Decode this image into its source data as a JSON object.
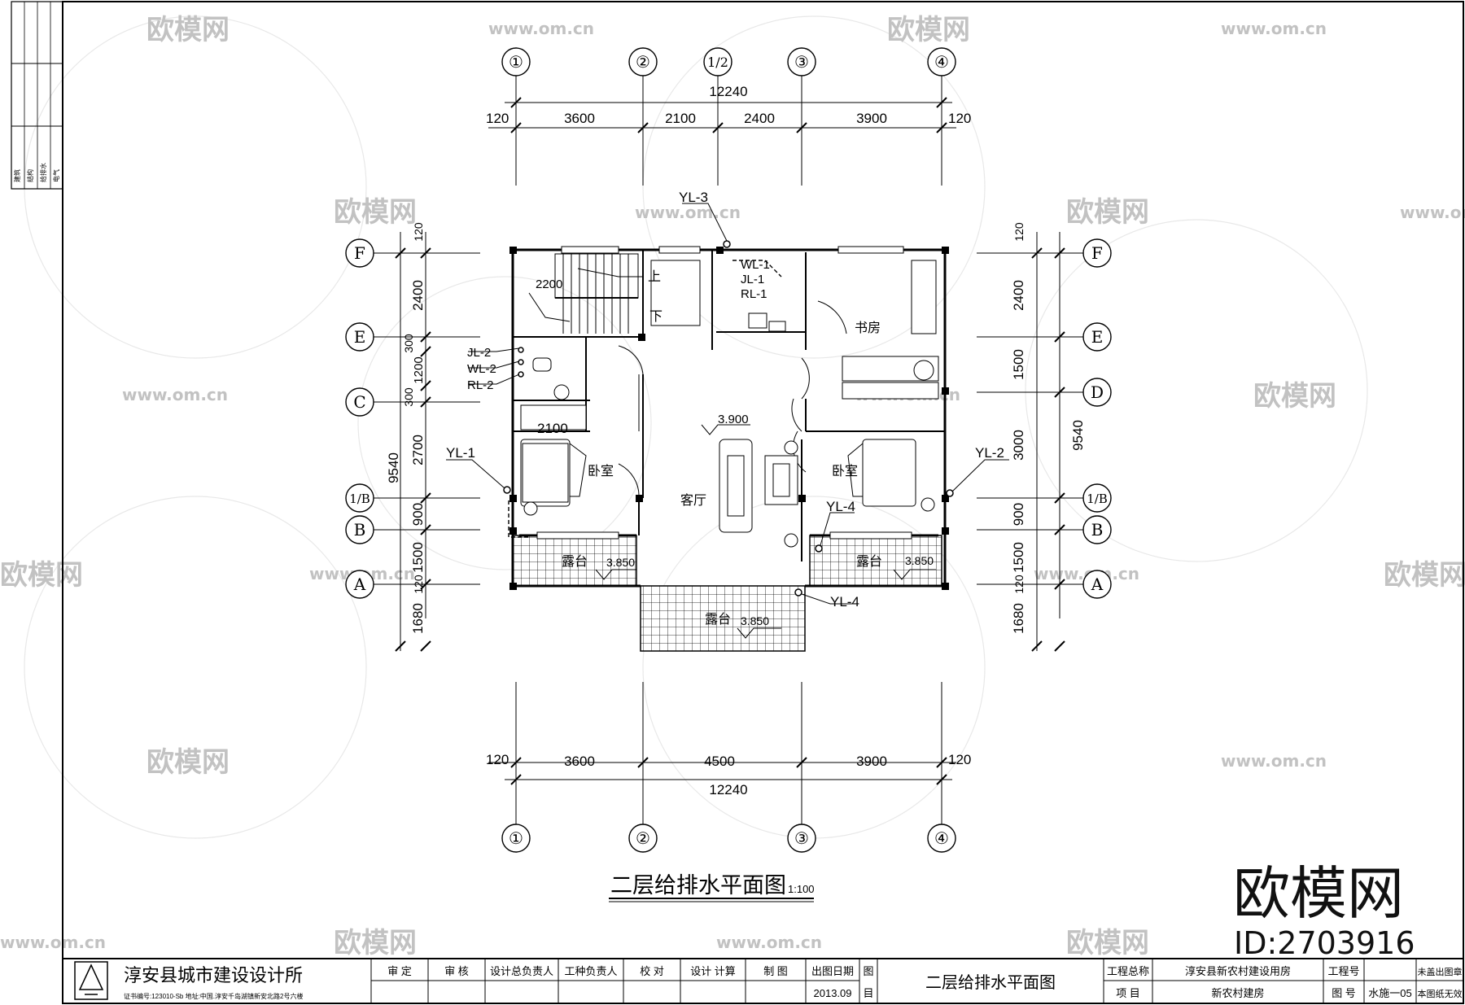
{
  "axes": {
    "top": [
      "①",
      "②",
      "1/2",
      "③",
      "④"
    ],
    "bottom": [
      "①",
      "②",
      "③",
      "④"
    ],
    "left": [
      "F",
      "E",
      "C",
      "1/B",
      "B",
      "A"
    ],
    "right": [
      "F",
      "E",
      "D",
      "1/B",
      "B",
      "A"
    ]
  },
  "dims": {
    "top_total": "12240",
    "top_segments": [
      "3600",
      "2100",
      "2400",
      "3900"
    ],
    "edge": "120",
    "bottom_total": "12240",
    "bottom_segments": [
      "3600",
      "4500",
      "3900"
    ],
    "left_segments": [
      "2400",
      "300",
      "1200",
      "300",
      "2700",
      "900",
      "1500",
      "1680"
    ],
    "left_total": "9540",
    "right_segments": [
      "2400",
      "1500",
      "3000",
      "900",
      "1500",
      "1680"
    ],
    "right_total": "9540",
    "dim_2100": "2100",
    "dim_2200": "2200"
  },
  "pipes": {
    "yl3": "YL-3",
    "yl1": "YL-1",
    "yl2": "YL-2",
    "yl4a": "YL-4",
    "yl4b": "YL-4",
    "wl1": "WL-1",
    "jl1": "JL-1",
    "rl1": "RL-1",
    "jl2": "JL-2",
    "wl2": "WL-2",
    "rl2": "RL-2"
  },
  "rooms": {
    "study": "书房",
    "bedroom_l": "卧室",
    "bedroom_r": "卧室",
    "living": "客厅",
    "terrace_l": "露台",
    "terrace_r": "露台",
    "terrace_c": "露台",
    "up": "上",
    "down": "下",
    "level": "3.900",
    "terrace_level_l": "3.850",
    "terrace_level_r": "3.850",
    "terrace_level_c": "3.850"
  },
  "plan_title": "二层给排水平面图",
  "plan_scale": "1:100",
  "title_block": {
    "institute": "淳安县城市建设设计所",
    "cert_line": "证书编号:123010-Sb  地址:中国.淳安千岛湖镇新安北路2号六楼",
    "labels": [
      "审  定",
      "审  核",
      "设计总负责人",
      "工种负责人",
      "校  对",
      "设计 计算",
      "制  图"
    ],
    "date_label": "出图日期",
    "date": "2013.09",
    "tu": "图",
    "mu": "目",
    "drawing_name": "二层给排水平面图",
    "proj_total_label": "工程总称",
    "proj_total": "淳安县新农村建设用房",
    "item_label": "项  目",
    "item": "新农村建房",
    "proj_no_label": "工程号",
    "drawing_no_label": "图  号",
    "drawing_no": "水施一05",
    "note1": "未盖出图章",
    "note2": "本图纸无效"
  },
  "side_strip": [
    "建筑",
    "结构",
    "给排水",
    "电气"
  ],
  "watermark": {
    "brand": "欧模网",
    "url": "www.om.cn",
    "logo_big": "欧模网",
    "id": "ID:2703916"
  }
}
